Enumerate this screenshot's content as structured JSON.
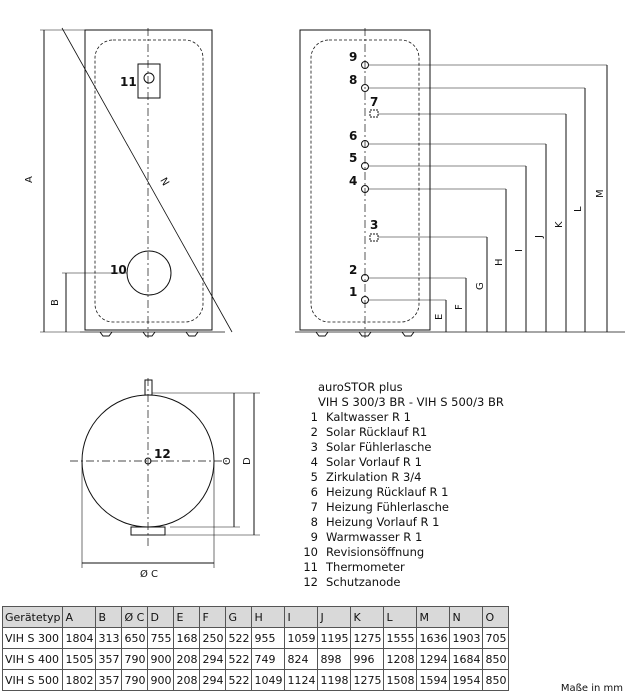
{
  "drawing": {
    "front": {
      "thermometer_num": "11",
      "inspection_num": "10",
      "dim_A": "A",
      "dim_B": "B",
      "dim_N": "N"
    },
    "side": {
      "ports": [
        "1",
        "2",
        "3",
        "4",
        "5",
        "6",
        "7",
        "8",
        "9"
      ],
      "dims": [
        "E",
        "F",
        "G",
        "H",
        "I",
        "J",
        "K",
        "L",
        "M"
      ]
    },
    "top": {
      "anode_num": "12",
      "dim_C": "Ø C",
      "dim_O": "O",
      "dim_D": "D"
    }
  },
  "legend": {
    "title1": "auroSTOR plus",
    "title2": "VIH S 300/3 BR - VIH S 500/3 BR",
    "items": [
      {
        "num": "1",
        "label": "Kaltwasser R 1"
      },
      {
        "num": "2",
        "label": "Solar Rücklauf R1"
      },
      {
        "num": "3",
        "label": "Solar Fühlerlasche"
      },
      {
        "num": "4",
        "label": "Solar Vorlauf R 1"
      },
      {
        "num": "5",
        "label": "Zirkulation R 3/4"
      },
      {
        "num": "6",
        "label": "Heizung Rücklauf R 1"
      },
      {
        "num": "7",
        "label": "Heizung Fühlerlasche"
      },
      {
        "num": "8",
        "label": "Heizung Vorlauf R 1"
      },
      {
        "num": "9",
        "label": "Warmwasser R 1"
      },
      {
        "num": "10",
        "label": "Revisionsöffnung"
      },
      {
        "num": "11",
        "label": "Thermometer"
      },
      {
        "num": "12",
        "label": "Schutzanode"
      }
    ]
  },
  "table": {
    "headers": [
      "Gerätetyp",
      "A",
      "B",
      "Ø C",
      "D",
      "E",
      "F",
      "G",
      "H",
      "I",
      "J",
      "K",
      "L",
      "M",
      "N",
      "O"
    ],
    "rows": [
      [
        "VIH S 300",
        "1804",
        "313",
        "650",
        "755",
        "168",
        "250",
        "522",
        "955",
        "1059",
        "1195",
        "1275",
        "1555",
        "1636",
        "1903",
        "705"
      ],
      [
        "VIH S 400",
        "1505",
        "357",
        "790",
        "900",
        "208",
        "294",
        "522",
        "749",
        "824",
        "898",
        "996",
        "1208",
        "1294",
        "1684",
        "850"
      ],
      [
        "VIH S 500",
        "1802",
        "357",
        "790",
        "900",
        "208",
        "294",
        "522",
        "1049",
        "1124",
        "1198",
        "1275",
        "1508",
        "1594",
        "1954",
        "850"
      ]
    ],
    "unit_note": "Maße in mm"
  }
}
